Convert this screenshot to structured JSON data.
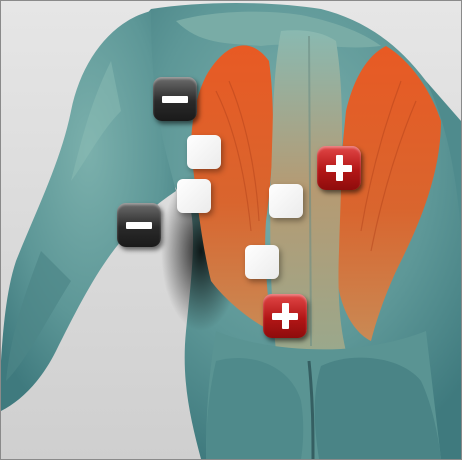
{
  "figure": {
    "subject": "back-muscle-anatomy",
    "colors": {
      "background": "#d8d8d8",
      "skin": "#5f9b9c",
      "muscle_highlight": "#e0602c"
    }
  },
  "electrodes": {
    "negative_icon": "minus-sign-icon",
    "positive_icon": "plus-sign-icon",
    "negative_color": "#2a2a2a",
    "positive_color": "#b31616",
    "pad_color": "#f4f4f4",
    "negative_count": 2,
    "positive_count": 2,
    "pad_count": 4
  }
}
